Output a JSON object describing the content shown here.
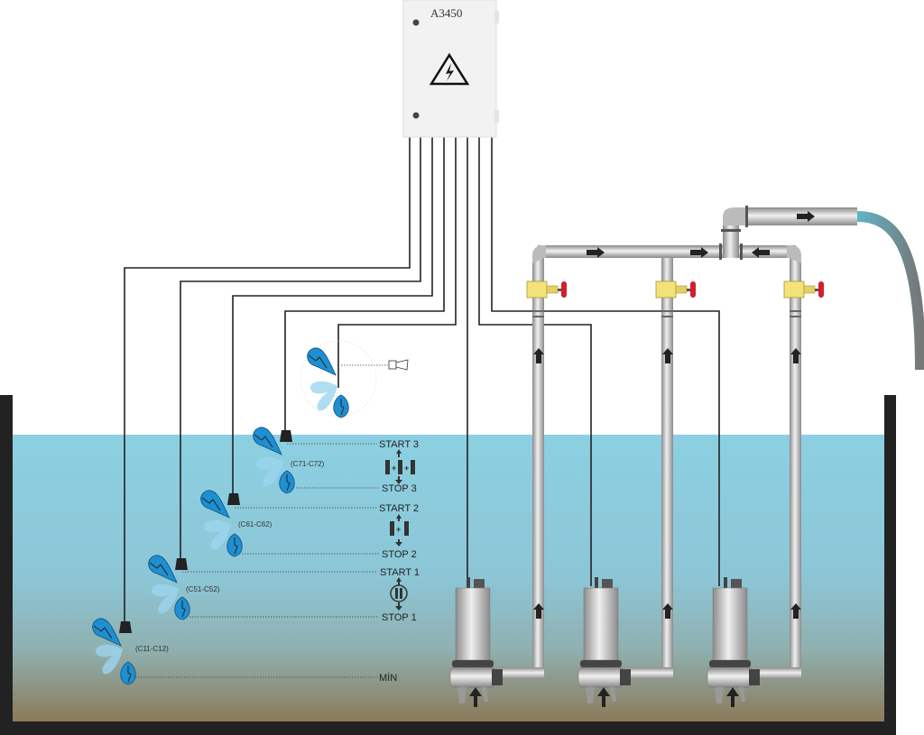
{
  "control_box": {
    "model": "A3450",
    "icon": "high-voltage-warning-icon"
  },
  "levels": [
    {
      "label": "START 3",
      "float_code": "(C71-C72)"
    },
    {
      "label": "STOP 3"
    },
    {
      "label": "START 2",
      "float_code": "(C61-C62)"
    },
    {
      "label": "STOP 2"
    },
    {
      "label": "START 1",
      "float_code": "(C51-C52)"
    },
    {
      "label": "STOP 1"
    },
    {
      "label": "MİN",
      "float_code": "(C11-C12)"
    }
  ],
  "colors": {
    "water_top": "#8bd0e2",
    "water_bottom": "#8c7a5a",
    "float": "#1e8fd0",
    "valve_handle": "#d0202a",
    "valve_body": "#f3e27a",
    "pipe": "#c8c8c8",
    "hose": "#5fb4c8",
    "tank": "#222222"
  }
}
